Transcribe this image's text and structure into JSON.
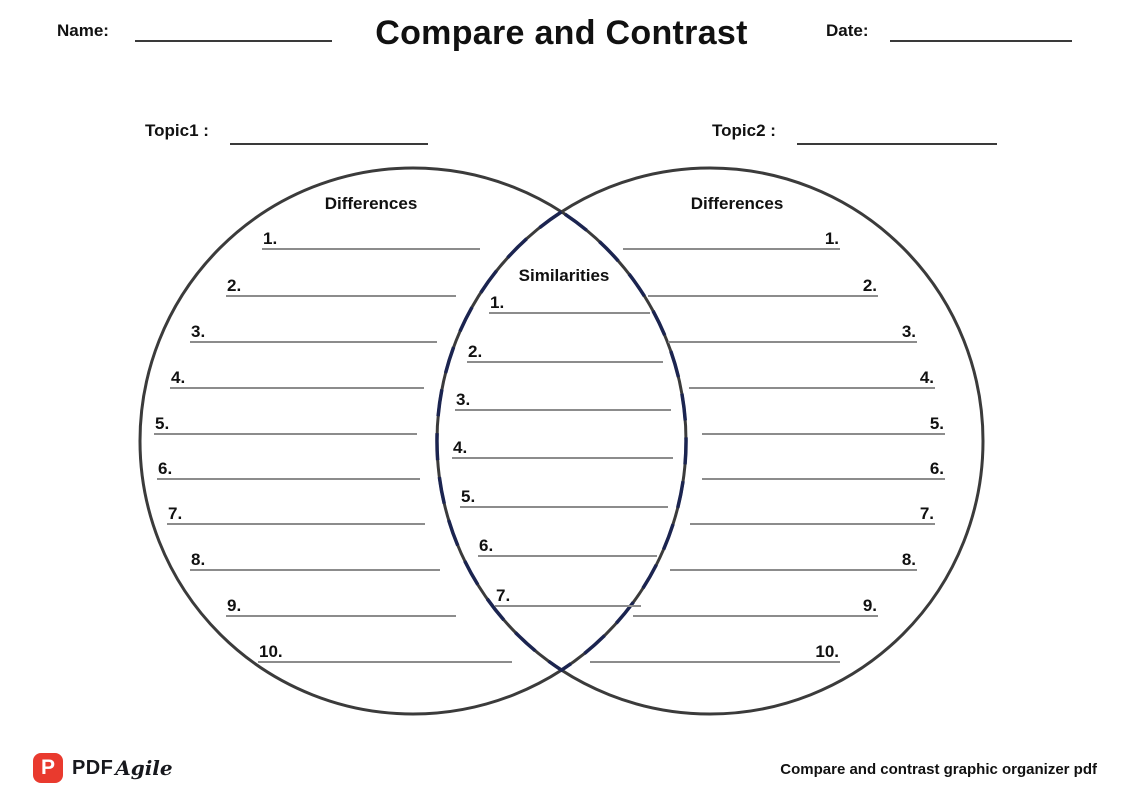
{
  "header": {
    "name_label": "Name:",
    "title": "Compare and Contrast",
    "date_label": "Date:"
  },
  "topics": {
    "topic1_label": "Topic1 :",
    "topic2_label": "Topic2 :"
  },
  "venn": {
    "left_heading": "Differences",
    "right_heading": "Differences",
    "middle_heading": "Similarities",
    "left_items": [
      "1.",
      "2.",
      "3.",
      "4.",
      "5.",
      "6.",
      "7.",
      "8.",
      "9.",
      "10."
    ],
    "right_items": [
      "1.",
      "2.",
      "3.",
      "4.",
      "5.",
      "6.",
      "7.",
      "8.",
      "9.",
      "10."
    ],
    "middle_items": [
      "1.",
      "2.",
      "3.",
      "4.",
      "5.",
      "6.",
      "7."
    ]
  },
  "footer": {
    "brand_letter": "P",
    "brand_pdf": "PDF",
    "brand_agile": "Agile",
    "caption": "Compare and contrast graphic organizer pdf"
  },
  "colors": {
    "circle_stroke": "#3b3b3b",
    "dashed_stroke": "#1b2450",
    "blank_line": "#8c8c8c",
    "field_line": "#3a3a3a",
    "brand_red": "#e93a2e"
  }
}
